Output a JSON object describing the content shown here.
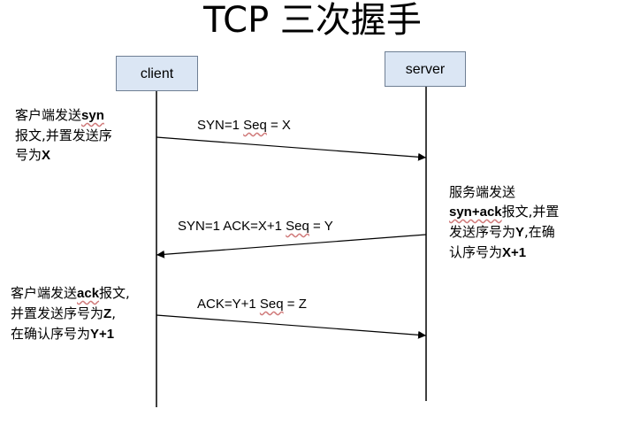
{
  "title": "TCP 三次握手",
  "actors": {
    "client": "client",
    "server": "server"
  },
  "messages": [
    {
      "label_a": "SYN=1  ",
      "label_b": "Seq",
      "label_c": " = X"
    },
    {
      "label_a": "SYN=1  ACK=X+1 ",
      "label_b": "Seq",
      "label_c": " = Y"
    },
    {
      "label_a": "ACK=Y+1 ",
      "label_b": "Seq",
      "label_c": " = Z"
    }
  ],
  "notes": {
    "client_syn": {
      "line1_a": "客户端发送",
      "line1_b": "syn",
      "line2": "报文,并置发送序",
      "line3_a": "号为",
      "line3_b": "X"
    },
    "server_synack": {
      "line1": "服务端发送",
      "line2_a": "syn+ack",
      "line2_b": "报文,并置",
      "line3_a": "发送序号为",
      "line3_b": "Y",
      "line3_c": ",在确",
      "line4_a": "认序号为",
      "line4_b": "X+1"
    },
    "client_ack": {
      "line1_a": "客户端发送",
      "line1_b": "ack",
      "line1_c": "报文,",
      "line2_a": "并置发送序号为",
      "line2_b": "Z",
      "line2_c": ",",
      "line3_a": "在确认序号为",
      "line3_b": "Y+1"
    }
  },
  "colors": {
    "lifeline": "#000000",
    "actor_fill": "#dbe6f4",
    "actor_border": "#6f7f94"
  }
}
